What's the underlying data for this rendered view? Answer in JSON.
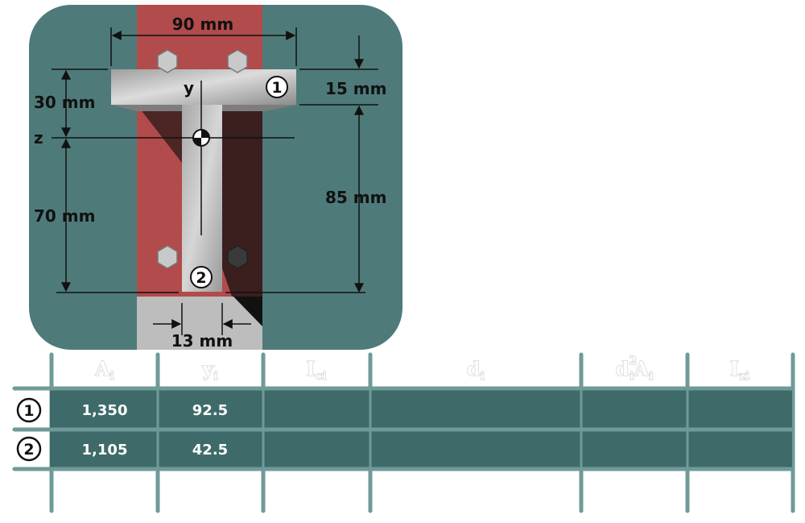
{
  "diagram": {
    "flange_width": "90 mm",
    "flange_thickness": "15 mm",
    "web_height": "85 mm",
    "web_thickness": "13 mm",
    "centroid_top_distance": "30 mm",
    "centroid_bottom_distance": "70 mm",
    "axis_y": "y",
    "axis_z": "z",
    "part_1": "1",
    "part_2": "2"
  },
  "table": {
    "headers": [
      {
        "main": "A",
        "sub": "i",
        "sup": ""
      },
      {
        "main": "y",
        "sub": "i",
        "sup": ""
      },
      {
        "main": "I",
        "sub": "ci",
        "sup": ""
      },
      {
        "main": "d",
        "sub": "i",
        "sup": ""
      },
      {
        "main": "d",
        "sub": "i",
        "sup": "2",
        "tail": "A",
        "tailsub": "i"
      },
      {
        "main": "I",
        "sub": "zi",
        "sup": ""
      }
    ],
    "rows": [
      {
        "label": "1",
        "area": "1,350",
        "y": "92.5"
      },
      {
        "label": "2",
        "area": "1,105",
        "y": "42.5"
      }
    ]
  },
  "colors": {
    "panel": "#4e7b7a",
    "plate": "#b24b4b",
    "steel": "#bdbdbd",
    "table_row": "#3e6b6a",
    "table_line": "#6f9a98"
  }
}
